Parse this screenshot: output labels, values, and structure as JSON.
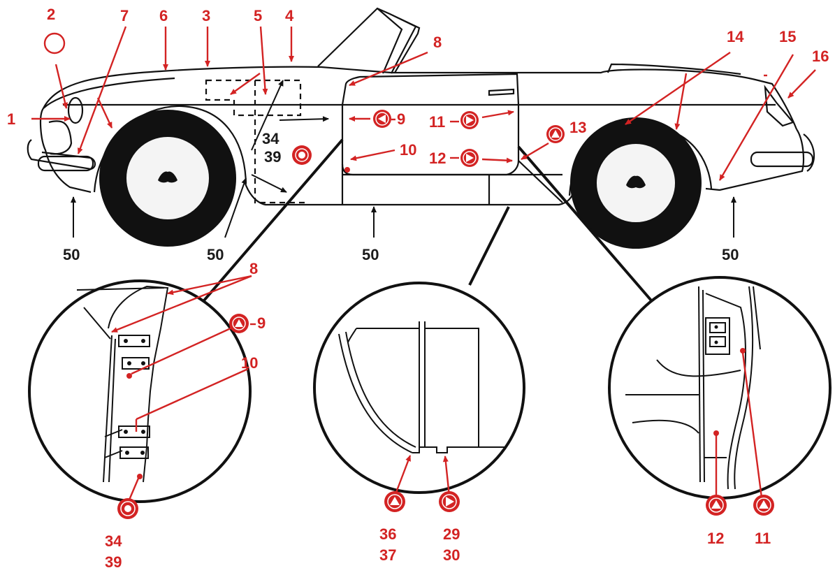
{
  "colors": {
    "callout": "#d32323",
    "line": "#111111",
    "tyre": "#111111",
    "background": "#ffffff"
  },
  "markers": {
    "circle_outline": "circle-outline-marker",
    "dot_circle": "filled-dot-marker",
    "triangle_circle": "triangle-in-circle-marker"
  },
  "labels": {
    "n1": "1",
    "n2": "2",
    "n3": "3",
    "n4": "4",
    "n5": "5",
    "n6": "6",
    "n7": "7",
    "n8_top": "8",
    "n9_top": "9",
    "n10_top": "10",
    "n11_top": "11",
    "n12_top": "12",
    "n13": "13",
    "n14": "14",
    "n15": "15",
    "n16": "16",
    "n34_top": "34",
    "n39_top": "39",
    "n50_a": "50",
    "n50_b": "50",
    "n50_c": "50",
    "n50_d": "50",
    "n8_detail": "8",
    "n9_detail": "9",
    "n10_detail": "10",
    "n34_detail": "34",
    "n39_detail": "39",
    "n36": "36",
    "n37": "37",
    "n29": "29",
    "n30": "30",
    "n12_detail": "12",
    "n11_detail": "11"
  }
}
